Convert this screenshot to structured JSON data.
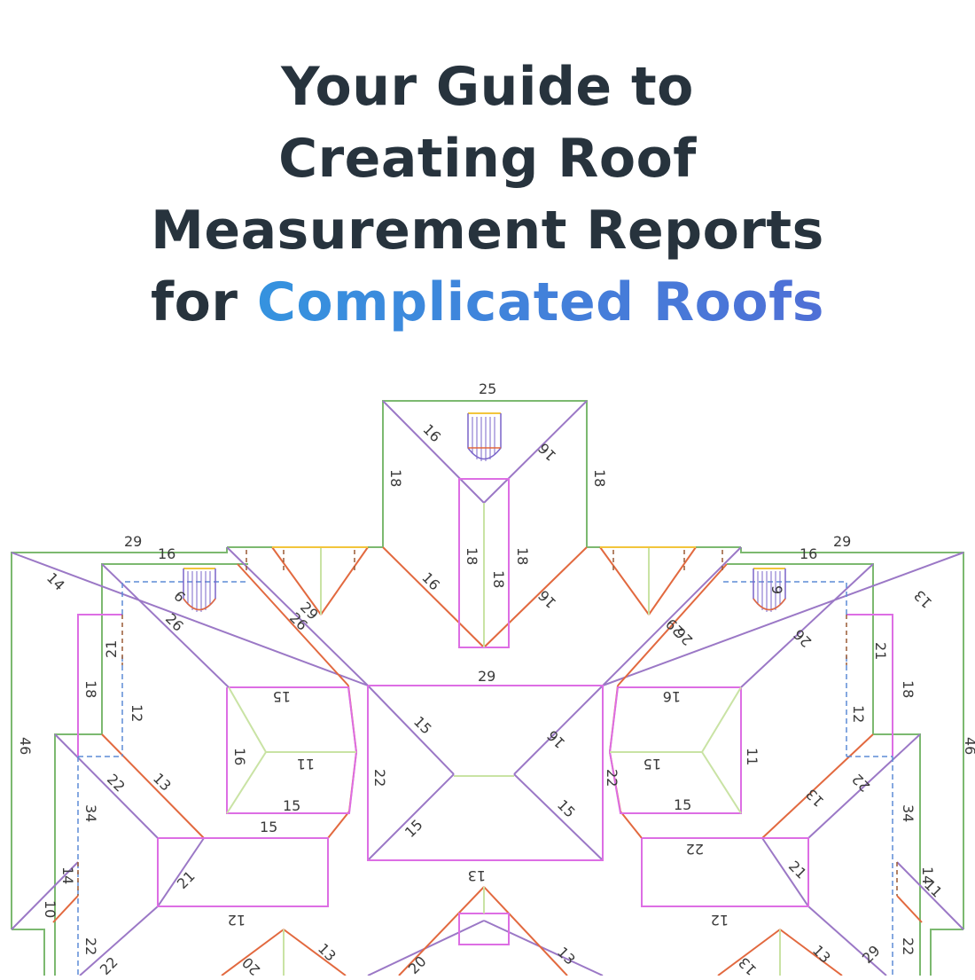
{
  "title": {
    "line1": "Your Guide to",
    "line2": "Creating Roof",
    "line3": "Measurement Reports",
    "line4_prefix": "for",
    "line4_highlight": "Complicated Roofs"
  },
  "colors": {
    "title_dark": "#27333d",
    "highlight_start": "#3593df",
    "highlight_end": "#4f6fd6",
    "eave": "#7cb970",
    "hip": "#9b78c6",
    "facet": "#dd6ee4",
    "valley": "#e2693f",
    "flashing": "#f2c53c",
    "ridge": "#c9e3a4",
    "dashed_blue": "#5d8bd5",
    "dashed_brown": "#9a5a35"
  },
  "measurements": [
    "25",
    "16",
    "16",
    "18",
    "18",
    "18",
    "18",
    "18",
    "16",
    "16",
    "29",
    "16",
    "14",
    "9",
    "26",
    "29",
    "26",
    "21",
    "18",
    "12",
    "46",
    "29",
    "16",
    "13",
    "9",
    "26",
    "29",
    "26",
    "21",
    "18",
    "12",
    "46",
    "29",
    "15",
    "16",
    "11",
    "15",
    "15",
    "22",
    "15",
    "15",
    "16",
    "15",
    "16",
    "11",
    "15",
    "15",
    "22",
    "22",
    "22",
    "13",
    "34",
    "14",
    "10",
    "21",
    "12",
    "22",
    "22",
    "22",
    "13",
    "34",
    "14",
    "11",
    "21",
    "12",
    "22",
    "29",
    "13",
    "13",
    "20",
    "20",
    "13",
    "13",
    "13"
  ]
}
